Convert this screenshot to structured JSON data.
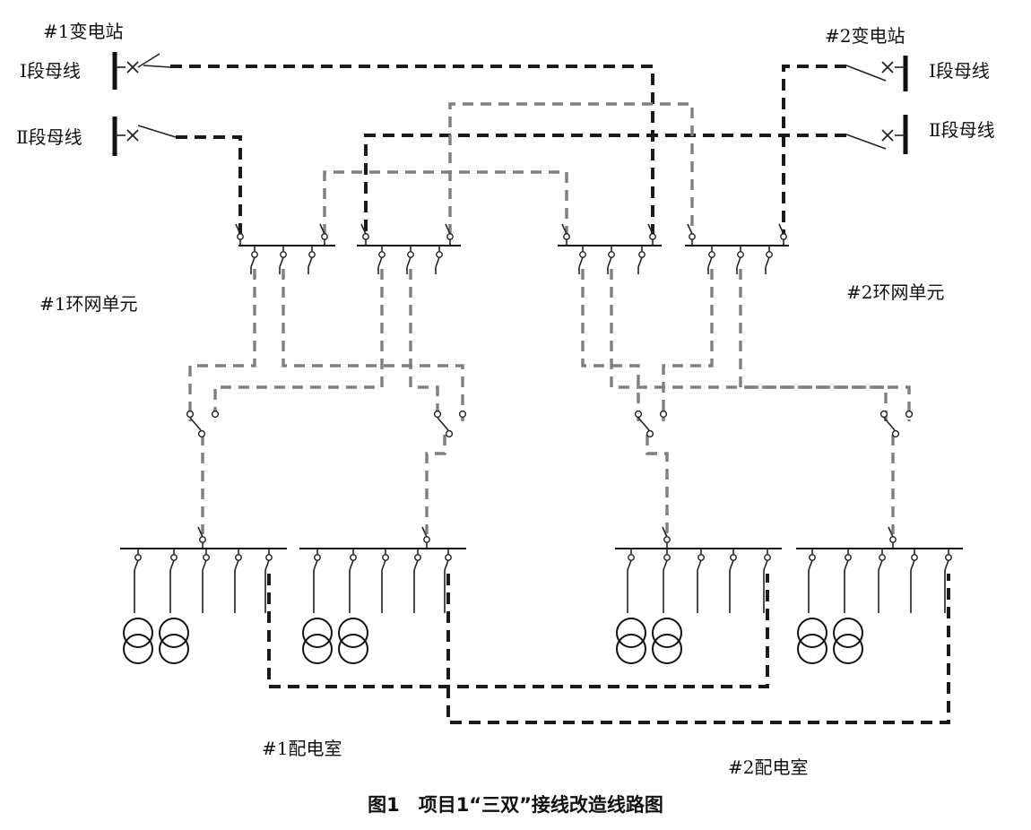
{
  "labels": {
    "substation_1": "#1变电站",
    "substation_2": "#2变电站",
    "sub1_bus_I": "Ⅰ段母线",
    "sub1_bus_II": "Ⅱ段母线",
    "sub2_bus_I": "Ⅰ段母线",
    "sub2_bus_II": "Ⅱ段母线",
    "ring_unit_1": "#1环网单元",
    "ring_unit_2": "#2环网单元",
    "room_1": "#1配电室",
    "room_2": "#2配电室"
  },
  "caption": "图1　项目1“三双”接线改造线路图",
  "colors": {
    "main_feeder": "#1a1a1a",
    "secondary_feeder": "#7f7f7f",
    "equipment": "#111111"
  }
}
